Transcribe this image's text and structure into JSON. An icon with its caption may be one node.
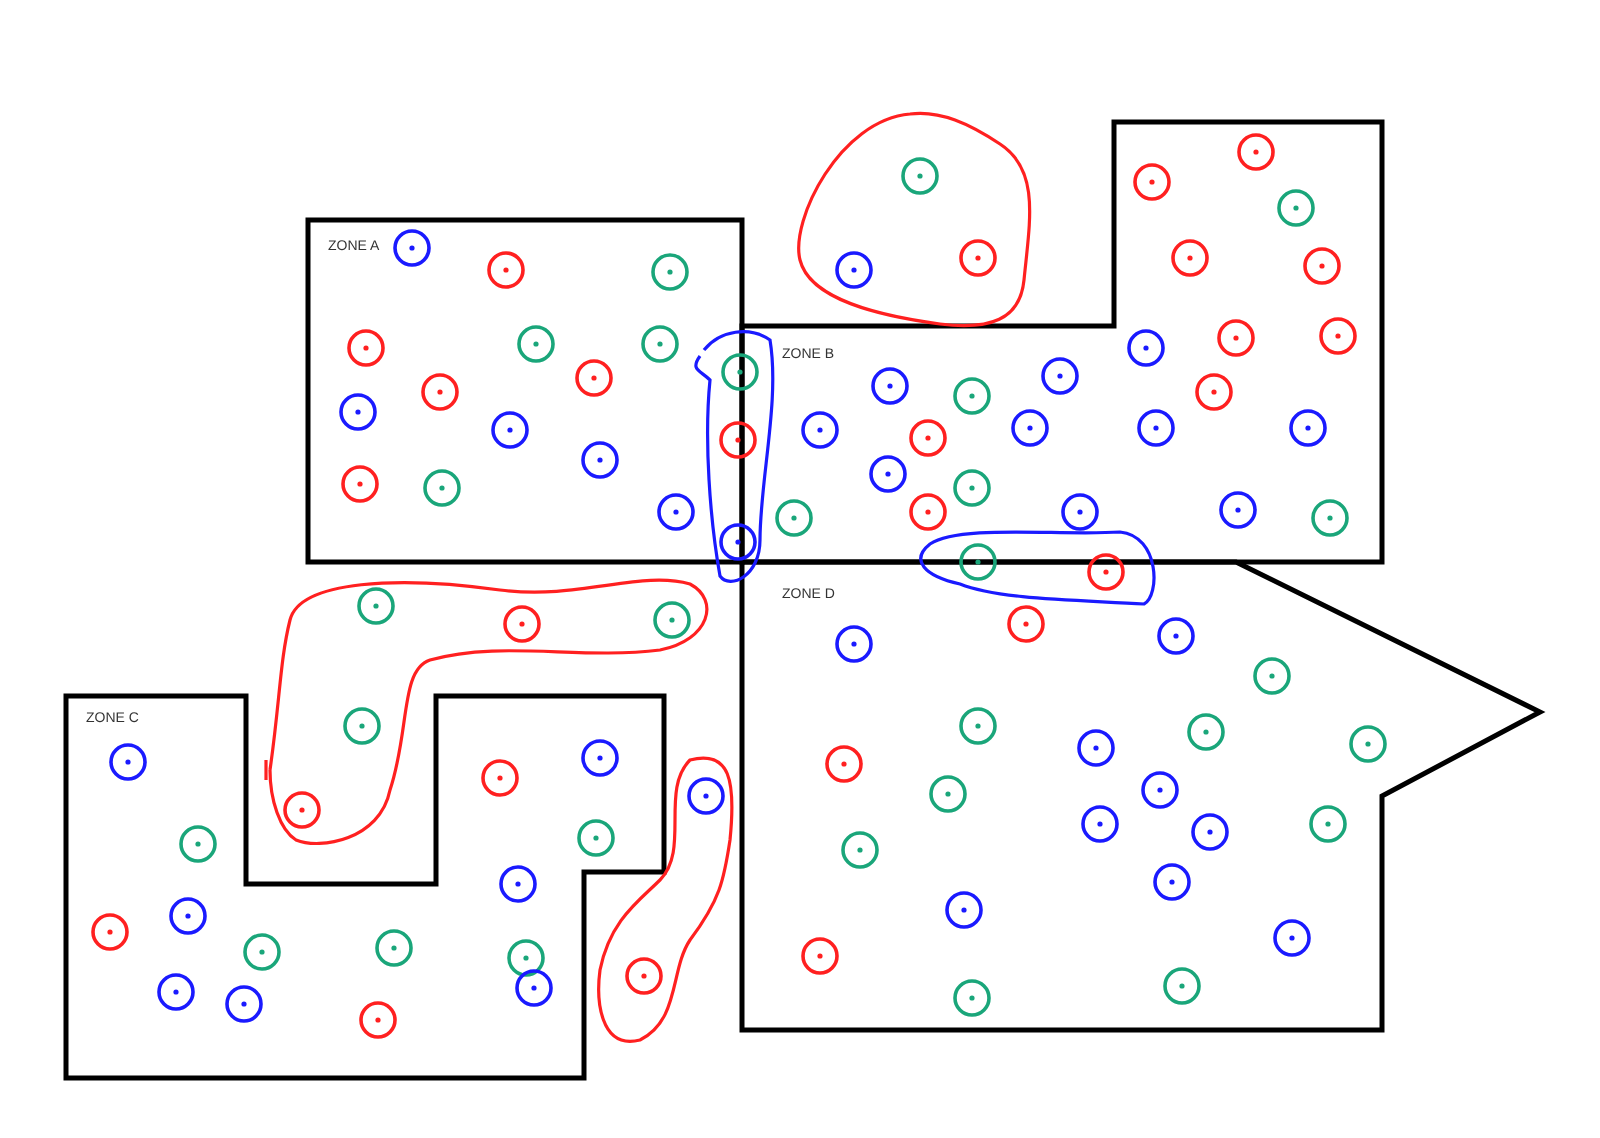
{
  "diagram": {
    "nodes": [
      {
        "text": [
          "ZONE A"
        ]
      },
      {
        "text": [
          "ZONE B"
        ]
      },
      {
        "text": [
          "ZONE C"
        ]
      },
      {
        "text": [
          "ZONE D"
        ]
      }
    ]
  }
}
